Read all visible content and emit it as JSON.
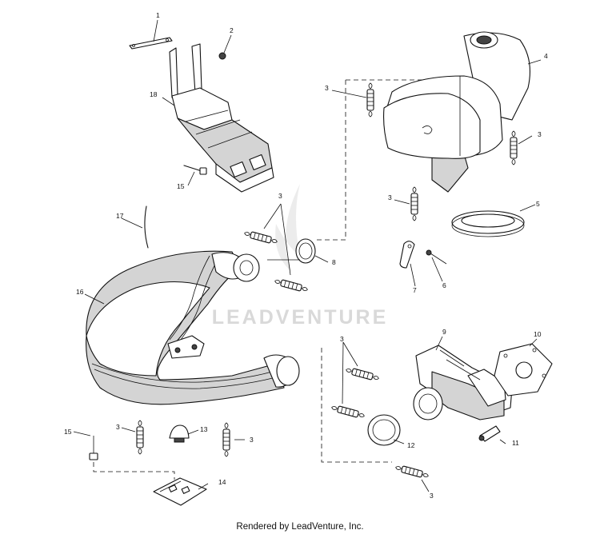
{
  "callouts": {
    "p1": "1",
    "p2": "2",
    "p3a": "3",
    "p3b": "3",
    "p3c": "3",
    "p3d": "3",
    "p3e": "3",
    "p3f": "3",
    "p3g": "3",
    "p3h": "3",
    "p4": "4",
    "p5": "5",
    "p6": "6",
    "p7": "7",
    "p8": "8",
    "p9": "9",
    "p10": "10",
    "p11": "11",
    "p12": "12",
    "p13": "13",
    "p14": "14",
    "p15a": "15",
    "p15b": "15",
    "p16": "16",
    "p17": "17",
    "p18": "18"
  },
  "watermark": "LEADVENTURE",
  "footer": "Rendered by LeadVenture, Inc."
}
